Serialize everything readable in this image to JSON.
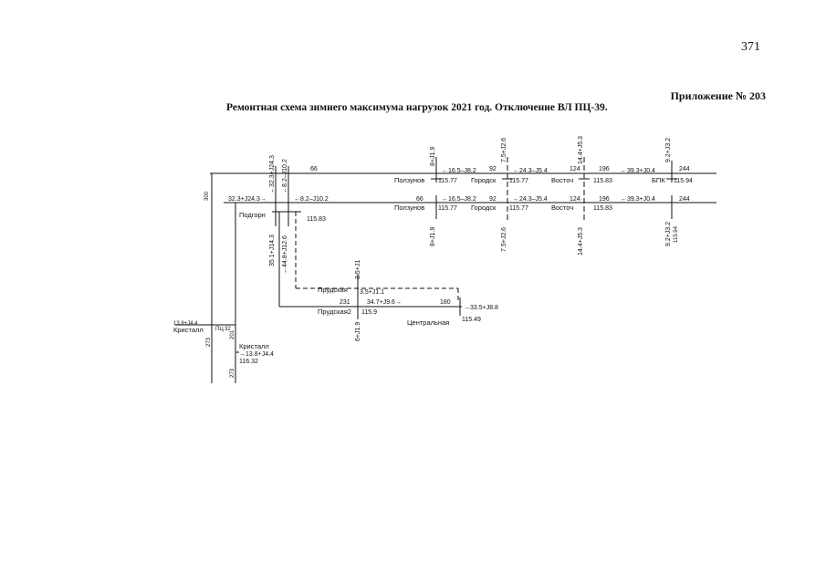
{
  "header": {
    "page_number": "371",
    "appendix": "Приложение № 203",
    "title": "Ремонтная схема зимнего максимума нагрузок 2021 год. Отключение ВЛ ПЦ-39."
  },
  "diagram": {
    "substations": {
      "polzunovo_top": "Ползунов",
      "polzunovo_bottom": "Ползунов",
      "gorodsk_top": "Городск",
      "gorodsk_bottom": "Городск",
      "vostoch_top": "Восточ",
      "vostoch_bottom": "Восточ",
      "bpk": "БПК",
      "podgornaya": "Подгорн",
      "prudskaya": "Прудская",
      "prudskaya2": "Прудская2",
      "tsentralnaya": "Центральная",
      "kristall_left": "Кристалл",
      "kristall": "Кристалл",
      "pts": "ПЦ"
    },
    "voltages": {
      "polz_top": "115.77",
      "polz_bot": "115.77",
      "gor_top": "115.77",
      "gor_bot": "115.77",
      "vost_top": "115.83",
      "vost_bot": "115.83",
      "bpk_top": "115.94",
      "bpk_bot": "115.94",
      "podg": "115.83",
      "prud2": "115.9",
      "tsentr": "115.49",
      "krist": "116.32",
      "pts": "32"
    },
    "flows": {
      "top_polz": "←16.5–J8.2",
      "top_gor": "←24.3–J5.4",
      "top_vost": "←39.3+J0.4",
      "bot_polz": "←16.5–J8.2",
      "bot_gor": "←24.3–J5.4",
      "bot_vost": "←39.3+J0.4",
      "bot_podg_in": "32.3+J24.3→",
      "bot_podg_out": "←8.2–J10.2",
      "vert_podg_1": "←32.3+J24.3",
      "vert_podg_2": "←8.2–J10.2",
      "vert_polz_top": "8+J1.9",
      "vert_polz_bot": "8+J1.9",
      "vert_gor_top": "7.5+J2.6",
      "vert_gor_bot": "7.5+J2.6",
      "vert_vost_top": "14.4+J5.3",
      "vert_vost_bot": "14.4+J5.3",
      "vert_bpk_top": "9.2+J3.2",
      "vert_bpk_bot": "9.2+J3.2",
      "podg_down_1": "35.1+J14.3",
      "podg_down_2": "←44.8+J12.6",
      "prud_up": "3.5+J1",
      "prud_load": "3.5+J1.1",
      "prud_to_tsentr": "34.7+J9.6→",
      "tsentr_out": "→33.5+J8.8",
      "prud2_down": "6+J1.9",
      "krist_left": "13.8+J4.4",
      "krist_right": "→13.8+J4.4"
    },
    "line_numbers": {
      "top_66": "66",
      "top_92": "92",
      "top_124": "124",
      "top_196": "196",
      "top_244": "244",
      "bot_66": "66",
      "bot_92": "92",
      "bot_124": "124",
      "bot_196": "196",
      "bot_244": "244",
      "left_300": "300",
      "prud_231": "231",
      "tsentr_180": "180",
      "krist_201": "201",
      "krist_273a": "273",
      "krist_273b": "273"
    }
  }
}
